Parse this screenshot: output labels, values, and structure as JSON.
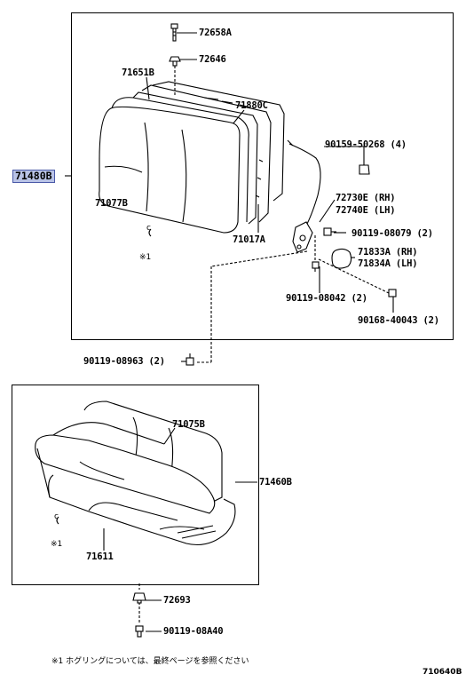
{
  "assembly_label": "71480B",
  "upper_parts": {
    "p72658A": "72658A",
    "p72646": "72646",
    "p71651B": "71651B",
    "p71880C": "71880C",
    "p90159": "90159-50268 (4)",
    "p71077B": "71077B",
    "p72730E": "72730E (RH)",
    "p72740E": "72740E (LH)",
    "p90119_08079": "90119-08079 (2)",
    "p71017A": "71017A",
    "p71833A": "71833A (RH)",
    "p71834A": "71834A (LH)",
    "p90119_08042": "90119-08042 (2)",
    "p90168": "90168-40043 (2)"
  },
  "mid_parts": {
    "p90119_08963": "90119-08963 (2)"
  },
  "lower_parts": {
    "p71075B": "71075B",
    "p71460B": "71460B",
    "p71611": "71611",
    "p72693": "72693",
    "p90119_08A40": "90119-08A40"
  },
  "hog_ring_marks": {
    "upper_c": "c",
    "upper_ref": "※1",
    "lower_c": "c",
    "lower_ref": "※1"
  },
  "footnote": "※1 ホグリングについては、最終ページを参照ください",
  "diagram_code": "710640B"
}
